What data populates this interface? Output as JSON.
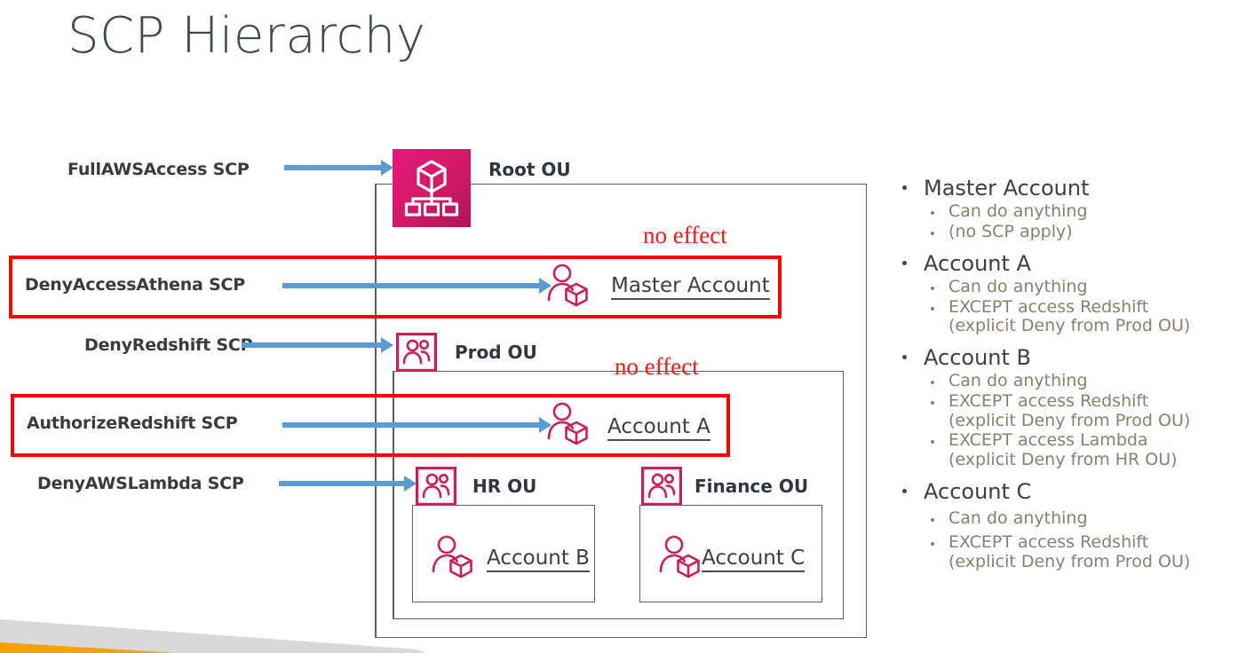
{
  "slide": {
    "title": "SCP Hierarchy",
    "colors": {
      "title": "#3f4a4a",
      "aws_magenta": "#d61a6a",
      "arrow_blue": "#5b9bd5",
      "highlight_red": "#ff0000",
      "annotation_red": "#ff1414",
      "bullet_primary": "#3b4044",
      "bullet_secondary": "#89806f",
      "box_outline": "#5a5f63",
      "accent_orange": "#f5a300",
      "accent_gray": "#d9d9d9"
    }
  },
  "scp_labels": [
    {
      "id": "full-aws-access",
      "text": "FullAWSAccess SCP"
    },
    {
      "id": "deny-access-athena",
      "text": "DenyAccessAthena SCP"
    },
    {
      "id": "deny-redshift",
      "text": "DenyRedshift SCP"
    },
    {
      "id": "authorize-redshift",
      "text": "AuthorizeRedshift SCP"
    },
    {
      "id": "deny-aws-lambda",
      "text": "DenyAWSLambda SCP"
    }
  ],
  "nodes": {
    "root_ou": "Root OU",
    "prod_ou": "Prod OU",
    "hr_ou": "HR OU",
    "finance_ou": "Finance OU",
    "master_account": "Master Account",
    "account_a": "Account A",
    "account_b": "Account B",
    "account_c": "Account C"
  },
  "annotations": [
    {
      "id": "no-effect-master",
      "text": "no effect"
    },
    {
      "id": "no-effect-account-a",
      "text": "no effect"
    }
  ],
  "bullets": [
    {
      "label": "Master Account",
      "children": [
        "Can do anything",
        "(no SCP apply)"
      ]
    },
    {
      "label": "Account A",
      "children": [
        "Can do anything",
        "EXCEPT access Redshift\n(explicit Deny from Prod OU)"
      ]
    },
    {
      "label": "Account B",
      "children": [
        "Can do anything",
        "EXCEPT access Redshift\n(explicit Deny from Prod OU)",
        "EXCEPT access Lambda\n(explicit Deny from HR OU)"
      ]
    },
    {
      "label": "Account C",
      "children": [
        "Can do anything",
        "EXCEPT access Redshift\n(explicit Deny from Prod OU)"
      ]
    }
  ]
}
